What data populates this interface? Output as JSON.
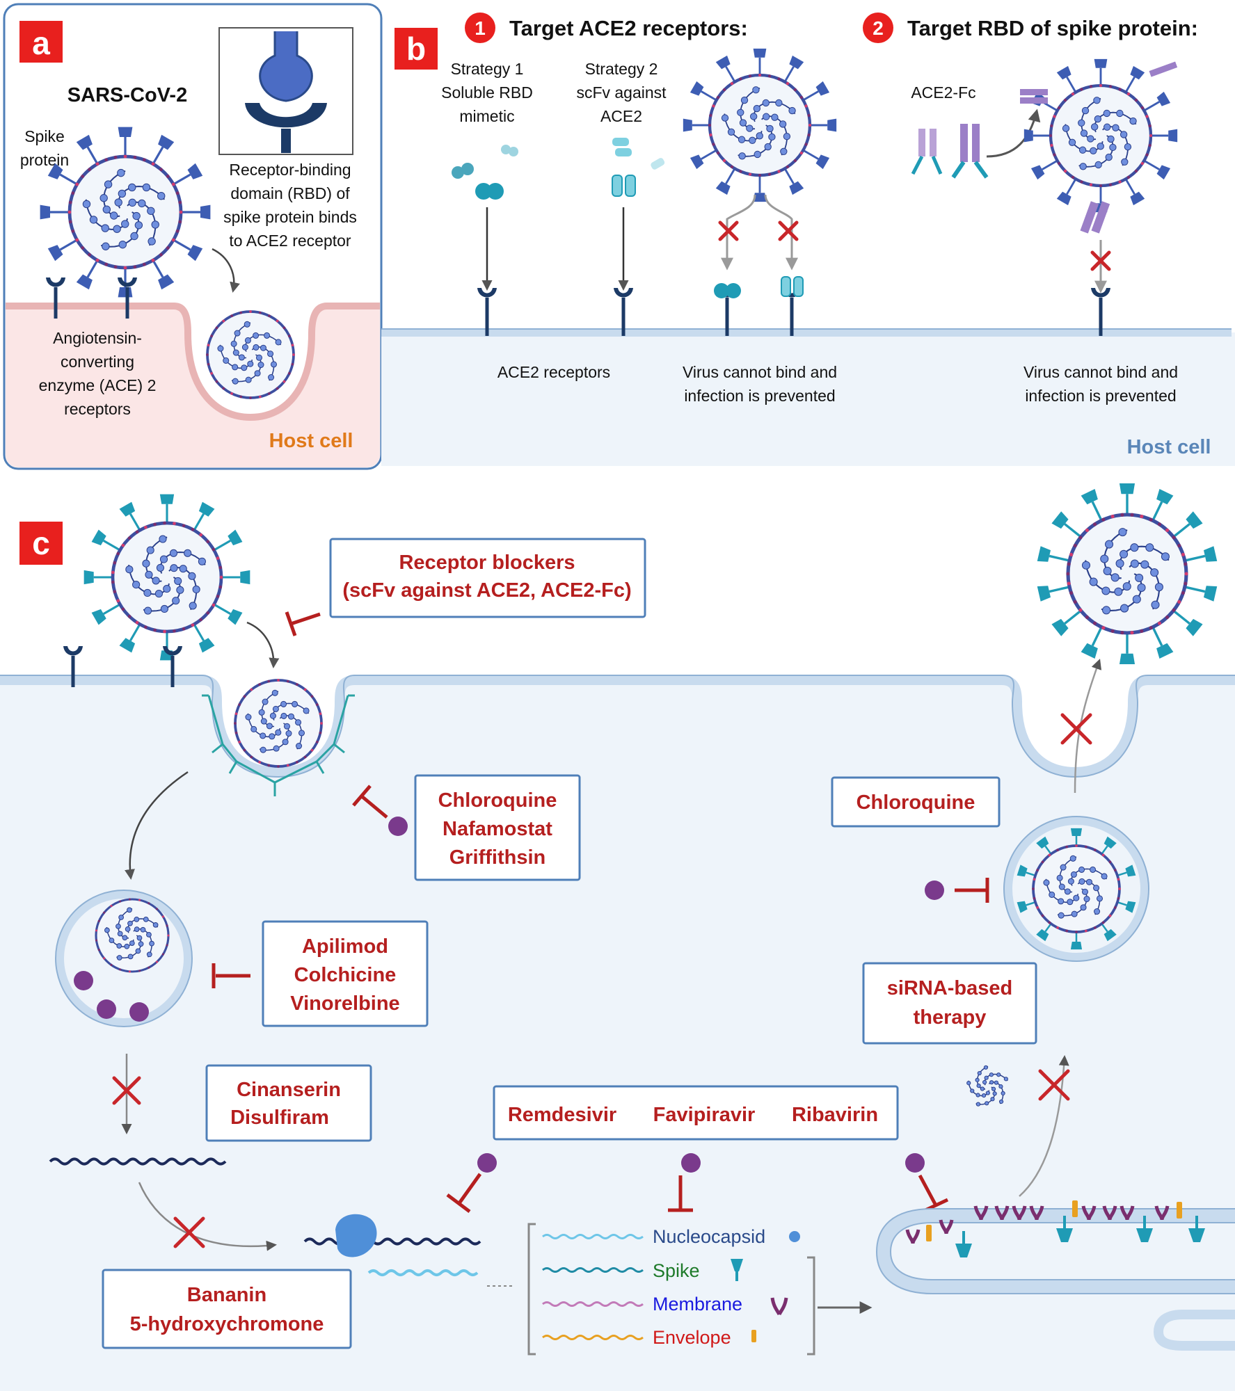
{
  "colors": {
    "drug_red": "#b51f1f",
    "panel_letter_bg": "#e8201e",
    "host_cell_orange": "#e07a1a",
    "host_cell_blue": "#5a86b8",
    "membrane_blue": "#c8dbee",
    "spike_teal": "#1f9bb5",
    "spike_navy": "#2a4a8a",
    "membrane_purple": "#7a2e6e",
    "envelope_orange": "#e8a020",
    "label_nucleocapsid": "#2a4a8a",
    "label_spike": "#1e7a2a",
    "label_membrane": "#1a1adf",
    "label_envelope": "#d01818"
  },
  "panel_a": {
    "letter": "a",
    "virus_title": "SARS-CoV-2",
    "spike_label": [
      "Spike",
      "protein"
    ],
    "rbd_label": [
      "Receptor-binding",
      "domain (RBD) of",
      "spike protein binds",
      "to ACE2 receptor"
    ],
    "ace_label": [
      "Angiotensin-",
      "converting",
      "enzyme (ACE) 2",
      "receptors"
    ],
    "host_cell": "Host cell"
  },
  "panel_b": {
    "letter": "b",
    "target1_num": "1",
    "target1_title": "Target ACE2 receptors:",
    "target2_num": "2",
    "target2_title": "Target RBD of spike protein:",
    "strategy1": [
      "Strategy 1",
      "Soluble RBD",
      "mimetic"
    ],
    "strategy2": [
      "Strategy 2",
      "scFv against",
      "ACE2"
    ],
    "ace2fc": "ACE2-Fc",
    "ace2_receptors": "ACE2 receptors",
    "prevented_1": [
      "Virus cannot bind and",
      "infection is prevented"
    ],
    "prevented_2": [
      "Virus cannot bind and",
      "infection is prevented"
    ],
    "host_cell": "Host cell"
  },
  "panel_c": {
    "letter": "c",
    "receptor_blockers": [
      "Receptor blockers",
      "(scFv against ACE2, ACE2-Fc)"
    ],
    "entry_drugs": [
      "Chloroquine",
      "Nafamostat",
      "Griffithsin"
    ],
    "endosome_drugs": [
      "Apilimod",
      "Colchicine",
      "Vinorelbine"
    ],
    "protease_drugs": [
      "Cinanserin",
      "Disulfiram"
    ],
    "translation_drugs": [
      "Bananin",
      "5-hydroxychromone"
    ],
    "rna_drugs": [
      "Remdesivir",
      "Favipiravir",
      "Ribavirin"
    ],
    "exit_drug": "Chloroquine",
    "sirna": [
      "siRNA-based",
      "therapy"
    ],
    "proteins": [
      {
        "name": "Nucleocapsid",
        "color_key": "label_nucleocapsid"
      },
      {
        "name": "Spike",
        "color_key": "label_spike"
      },
      {
        "name": "Membrane",
        "color_key": "label_membrane"
      },
      {
        "name": "Envelope",
        "color_key": "label_envelope"
      }
    ]
  }
}
